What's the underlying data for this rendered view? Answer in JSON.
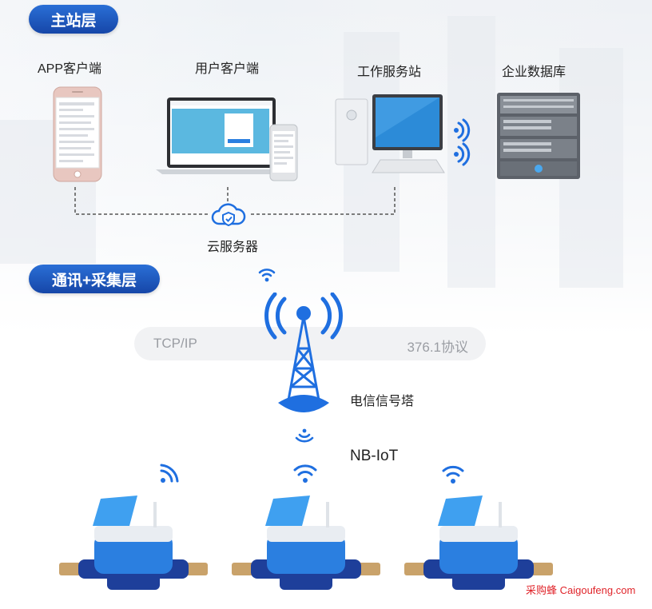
{
  "layers": {
    "master": "主站层",
    "comm": "通讯+采集层"
  },
  "master_nodes": {
    "app_client": "APP客户端",
    "user_client": "用户客户端",
    "workstation": "工作服务站",
    "database": "企业数据库",
    "cloud": "云服务器"
  },
  "comm": {
    "protocol_left": "TCP/IP",
    "protocol_right": "376.1协议",
    "tower": "电信信号塔",
    "network": "NB-IoT"
  },
  "watermark": "采购蜂 Caigoufeng.com",
  "colors": {
    "pill": "#1f5cc4",
    "signal": "#1f6fe0",
    "meter_blue": "#2b7fe0",
    "brass": "#c9a26a"
  }
}
